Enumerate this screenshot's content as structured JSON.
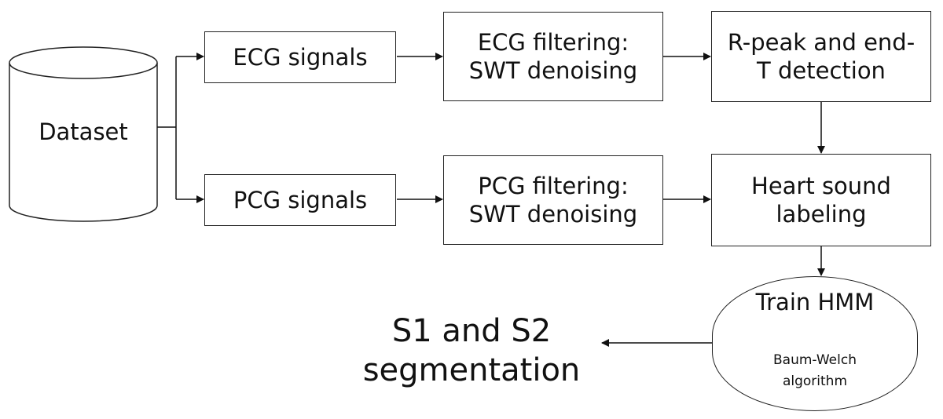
{
  "dataset": "Dataset",
  "ecg_signals": "ECG signals",
  "pcg_signals": "PCG signals",
  "ecg_filtering": {
    "line1": "ECG filtering:",
    "line2": "SWT denoising"
  },
  "pcg_filtering": {
    "line1": "PCG filtering:",
    "line2": "SWT denoising"
  },
  "rpeak": {
    "line1": "R-peak and end-",
    "line2": "T detection"
  },
  "heart_sound": {
    "line1": "Heart sound",
    "line2": "labeling"
  },
  "train_hmm": {
    "title": "Train HMM",
    "sub1": "Baum-Welch",
    "sub2": "algorithm"
  },
  "output": {
    "line1": "S1 and S2",
    "line2": "segmentation"
  }
}
